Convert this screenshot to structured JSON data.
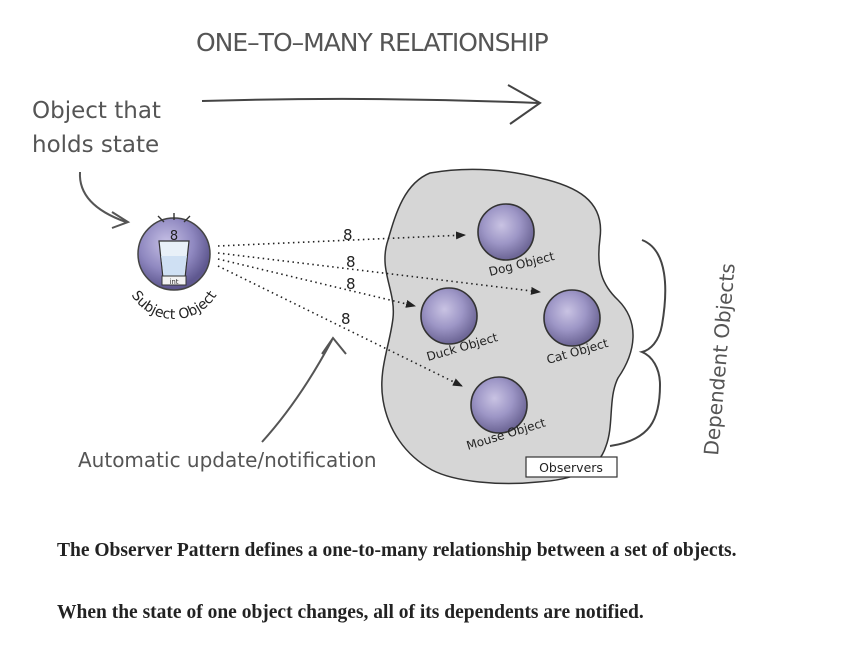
{
  "diagram": {
    "title": "ONE–TO–MANY RELATIONSHIP",
    "subject_annotation": [
      "Object that",
      "holds state"
    ],
    "subject": {
      "label": "Subject Object",
      "value": "8",
      "type_label": "int"
    },
    "notification_label": "Automatic update/notification",
    "message_values": [
      "8",
      "8",
      "8",
      "8"
    ],
    "dependents": [
      {
        "label": "Dog Object"
      },
      {
        "label": "Cat Object"
      },
      {
        "label": "Duck Object"
      },
      {
        "label": "Mouse Object"
      }
    ],
    "group_label": "Observers",
    "brace_label": "Dependent Objects"
  },
  "captions": [
    "The Observer Pattern defines a one-to-many relationship between a set of objects.",
    "When the state of one object changes, all of its dependents are notified."
  ]
}
